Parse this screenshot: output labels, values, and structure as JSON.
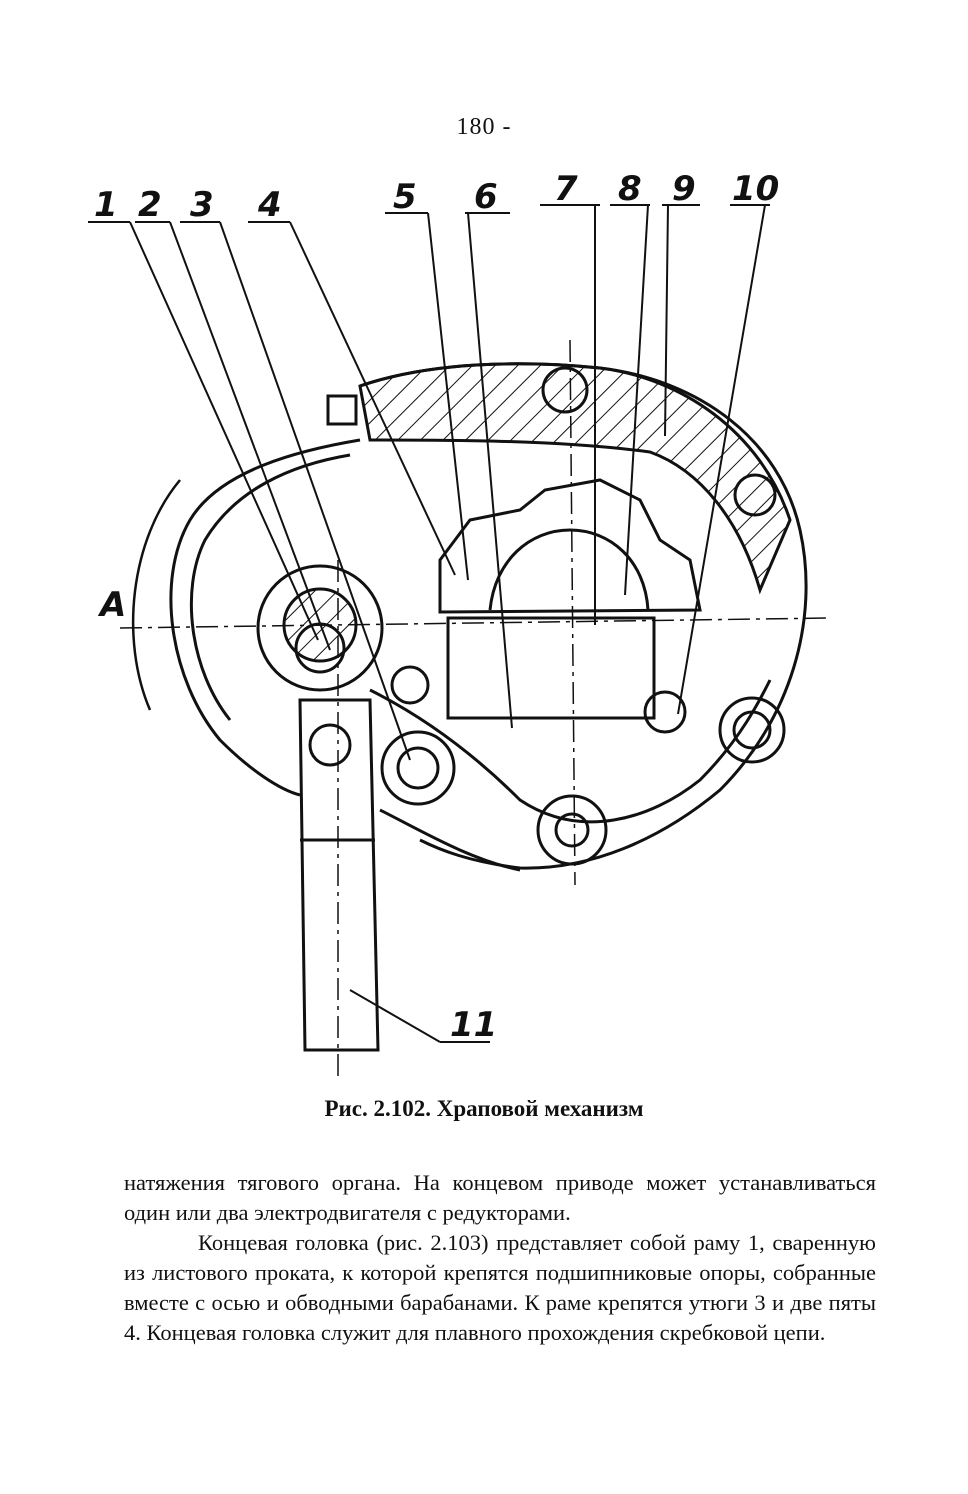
{
  "page_number": "180 -",
  "figure": {
    "callouts": [
      "1",
      "2",
      "3",
      "4",
      "5",
      "6",
      "7",
      "8",
      "9",
      "10",
      "11"
    ],
    "view_label": "A",
    "caption": "Рис. 2.102. Храповой механизм"
  },
  "text": {
    "paragraph1": "натяжения тягового органа. На концевом приводе может устанавливаться один или два электродвигателя с редукторами.",
    "paragraph2": "Концевая головка (рис. 2.103) представляет собой раму 1, сваренную из листового проката, к которой крепятся подшипниковые опоры, собранные вместе с осью и обводными барабанами. К раме крепятся утюги 3 и две пяты 4. Концевая головка служит для плавного прохождения скребковой цепи."
  }
}
